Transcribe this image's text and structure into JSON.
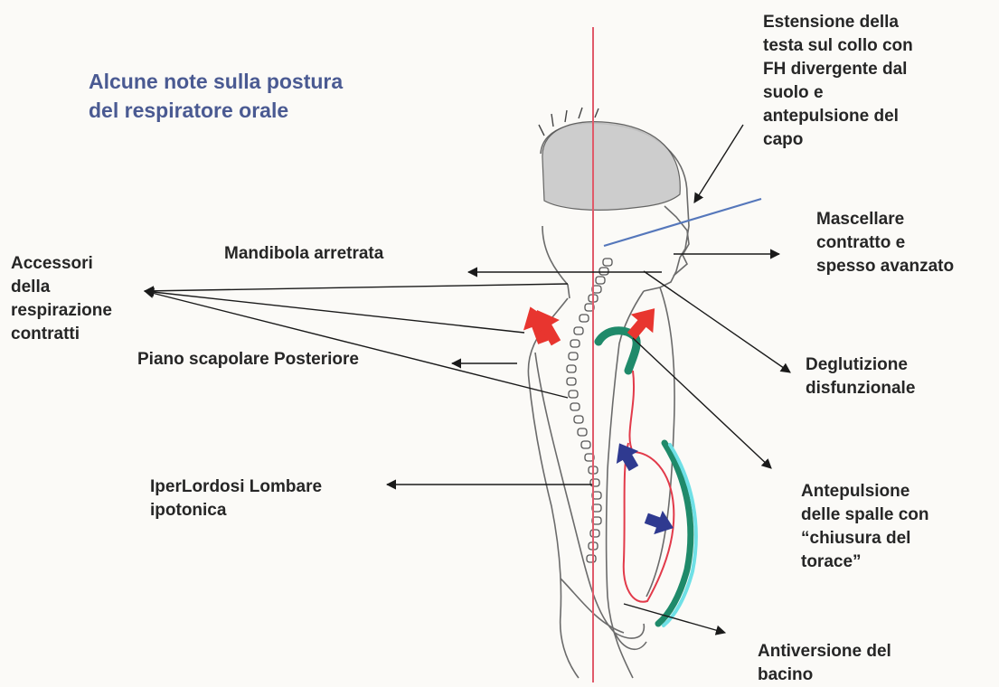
{
  "title": "Alcune note sulla postura\ndel respiratore orale",
  "labels": {
    "estensione": "Estensione della\ntesta sul collo con\nFH divergente dal\nsuolo e\nantepulsione del\ncapo",
    "mascellare": "Mascellare\ncontratto e\nspesso avanzato",
    "mandibola": "Mandibola arretrata",
    "accessori": "Accessori\ndella\nrespirazione\ncontratti",
    "piano": "Piano scapolare Posteriore",
    "deglutizione": "Deglutizione\ndisfunzionale",
    "iperlordosi": "IperLordosi Lombare\nipotonica",
    "antepulsione_spalle": "Antepulsione\ndelle spalle con\n“chiusura del\ntorace”",
    "antiversione": "Antiversione del\nbacino"
  },
  "colors": {
    "title": "#4a5a92",
    "text": "#262626",
    "plumb_line": "#e05a6a",
    "fh_line": "#5577bb",
    "red_arrow": "#e8352f",
    "blue_arrow": "#2f3a90",
    "teal_line": "#1f8a6a",
    "cyan_line": "#6fe0e6",
    "red_line": "#e23a4a"
  }
}
